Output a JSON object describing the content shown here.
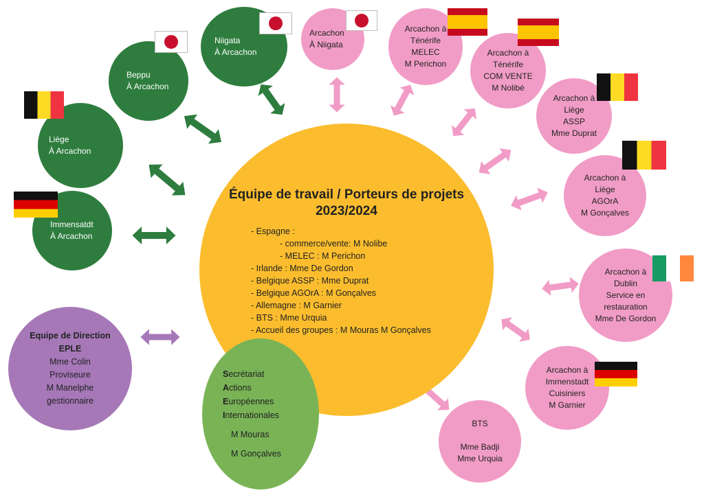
{
  "center": {
    "title": "Équipe de travail / Porteurs de projets",
    "year": "2023/2024",
    "items": [
      "- Espagne :",
      "- commerce/vente: M Nolibe",
      "- MELEC : M Perichon",
      "- Irlande : Mme De Gordon",
      "- Belgique ASSP : Mme Duprat",
      "- Belgique AGOrA : M Gonçalves",
      "- Allemagne : M Garnier",
      "- BTS : Mme Urquia",
      "- Accueil des groupes : M Mouras M Gonçalves"
    ]
  },
  "incoming": [
    {
      "lines": [
        "Liège",
        "À Arcachon"
      ],
      "flag": "belgium"
    },
    {
      "lines": [
        "Beppu",
        "À Arcachon"
      ],
      "flag": "japan"
    },
    {
      "lines": [
        "Niigata",
        "À Arcachon"
      ],
      "flag": "japan"
    },
    {
      "lines": [
        "Immensatdt",
        "À Arcachon"
      ],
      "flag": "germany"
    }
  ],
  "outgoing": [
    {
      "lines": [
        "Arcachon",
        "À Niigata"
      ],
      "flag": "japan"
    },
    {
      "lines": [
        "Arcachon à",
        "Ténérife",
        "MELEC",
        "M Perichon"
      ],
      "flag": "spain"
    },
    {
      "lines": [
        "Arcachon à",
        "Ténérife",
        "COM VENTE",
        "M Nolibé"
      ],
      "flag": "spain"
    },
    {
      "lines": [
        "Arcachon à",
        "Liège",
        "ASSP",
        "Mme Duprat"
      ],
      "flag": "belgium"
    },
    {
      "lines": [
        "Arcachon à",
        "Liège",
        "AGOrA",
        "M Gonçalves"
      ],
      "flag": "belgium"
    },
    {
      "lines": [
        "Arcachon à",
        "Dublin",
        "Service en",
        "restauration",
        "Mme De Gordon"
      ],
      "flag": "ireland"
    },
    {
      "lines": [
        "Arcachon à",
        "Immenstadt",
        "Cuisiniers",
        "M Garnier"
      ],
      "flag": "germany"
    },
    {
      "lines": [
        "BTS",
        "",
        "Mme Badji",
        "Mme Urquia"
      ]
    }
  ],
  "direction": {
    "title1": "Equipe de Direction",
    "title2": "EPLE",
    "lines": [
      "Mme Colin",
      "Proviseure",
      "M Manelphe",
      "gestionnaire"
    ]
  },
  "secretariat": {
    "lines": [
      [
        "S",
        "ecrétariat"
      ],
      [
        "A",
        "ctions"
      ],
      [
        "E",
        "uropéennes"
      ],
      [
        "I",
        "nternationales"
      ]
    ],
    "people": [
      "M Mouras",
      "M Gonçalves"
    ]
  },
  "colors": {
    "center": "#fbbd2e",
    "green": "#2e7d3e",
    "pink": "#f19cc6",
    "purple": "#a678b8",
    "light_green": "#79b356"
  }
}
